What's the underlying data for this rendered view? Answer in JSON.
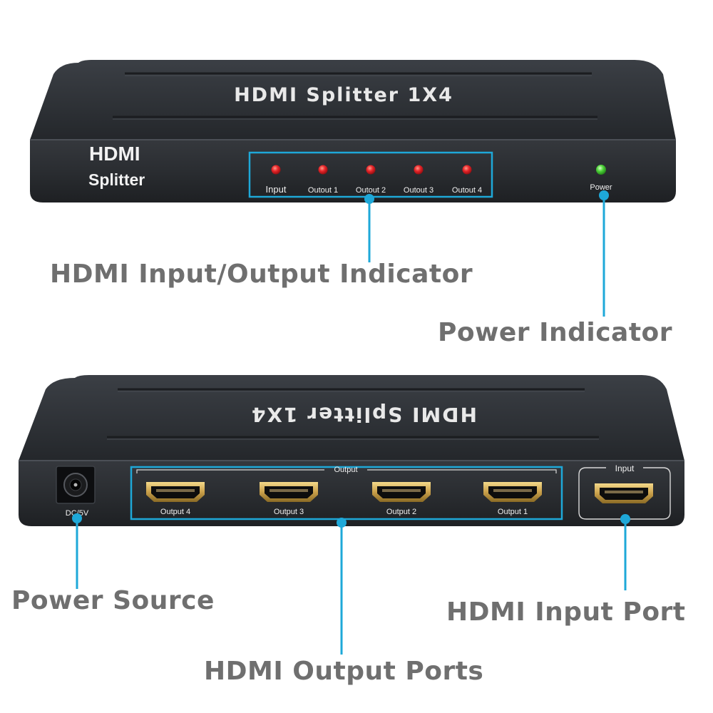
{
  "colors": {
    "accent": "#1ea8d8",
    "led_red": "#e8262a",
    "led_green": "#4fd43a",
    "device_body": "#2a2d32",
    "callout_text": "#6f6f6f",
    "port_gold": "#c9a04a"
  },
  "front_panel": {
    "top_title": "HDMI Splitter 1X4",
    "brand_line1": "HDMI",
    "brand_line2": "Splitter",
    "indicators": [
      {
        "label": "Input",
        "color": "red"
      },
      {
        "label": "Outout 1",
        "color": "red"
      },
      {
        "label": "Outout 2",
        "color": "red"
      },
      {
        "label": "Outout 3",
        "color": "red"
      },
      {
        "label": "Outout 4",
        "color": "red"
      }
    ],
    "power_label": "Power"
  },
  "back_panel": {
    "top_title_mirrored": "HDMI Splitter 1X4",
    "dc_label": "DC/5V",
    "output_group_label": "Output",
    "outputs": [
      "Output 4",
      "Output 3",
      "Output 2",
      "Output 1"
    ],
    "input_group_label": "Input"
  },
  "callouts": {
    "io_indicator": "HDMI Input/Output Indicator",
    "power_indicator": "Power Indicator",
    "power_source": "Power Source",
    "input_port": "HDMI Input Port",
    "output_ports": "HDMI Output Ports"
  }
}
